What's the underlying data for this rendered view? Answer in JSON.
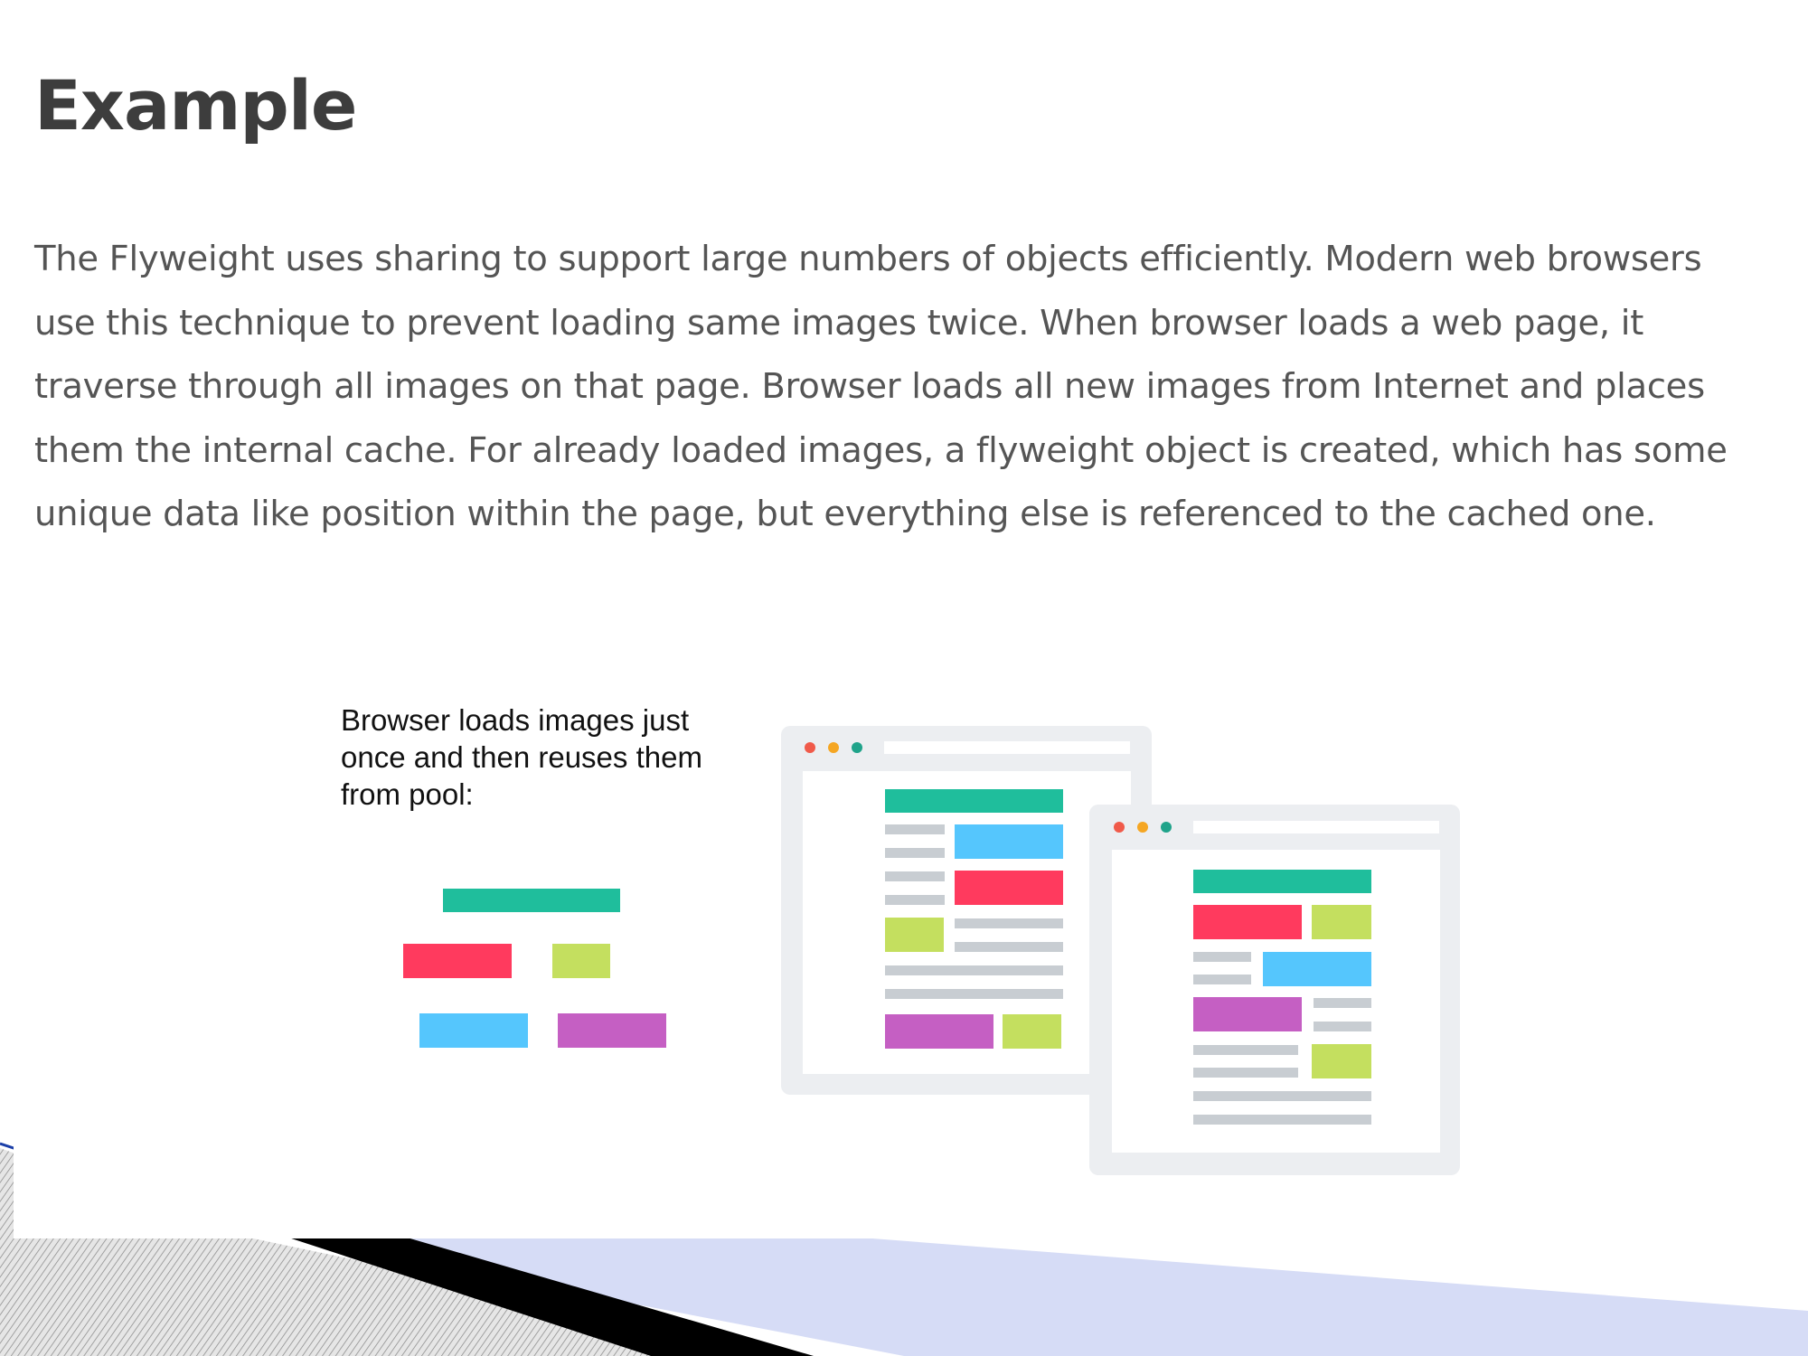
{
  "slide": {
    "title": "Example",
    "body": "The Flyweight uses sharing to support large numbers of objects efficiently. Modern web browsers use this technique to prevent loading same images twice. When browser loads a web page, it traverse through all images on that page. Browser loads all new images from Internet and places them the internal cache. For already loaded images, a flyweight object is created, which has some unique data like position within the page, but everything else is referenced to the cached one."
  },
  "diagram": {
    "caption": "Browser loads images just once and then reuses them from pool:",
    "colors": {
      "teal": "#1fbe9c",
      "red": "#ff3a5e",
      "lime": "#c4df5f",
      "blue": "#55c6fd",
      "purple": "#c55fc3",
      "gray_line": "#c8cdd2",
      "window_frame": "#eceef1",
      "dot_red": "#f05a4a",
      "dot_orange": "#f5a623",
      "dot_green": "#1fa38a"
    }
  }
}
